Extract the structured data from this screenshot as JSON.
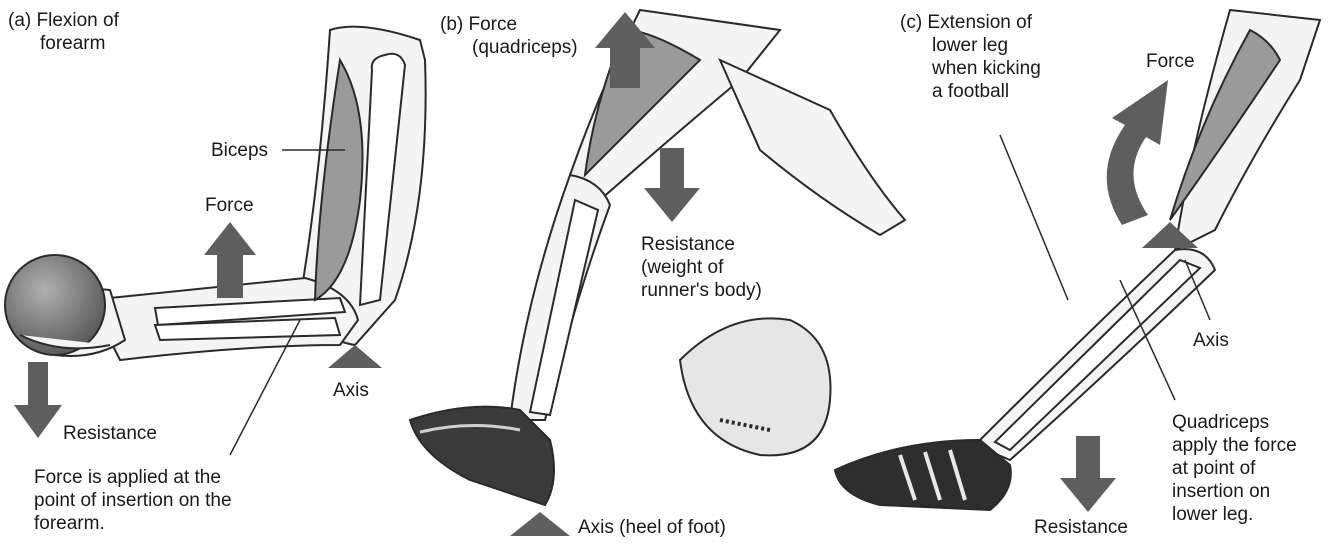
{
  "panels": {
    "a": {
      "title": [
        "(a) Flexion of",
        "forearm"
      ],
      "biceps": "Biceps",
      "force": "Force",
      "axis": "Axis",
      "resistance": "Resistance",
      "note": [
        "Force is applied at the",
        "point of insertion on the",
        "forearm."
      ]
    },
    "b": {
      "title": [
        "(b) Force",
        "(quadriceps)"
      ],
      "resistance": [
        "Resistance",
        "(weight of",
        "runner's body)"
      ],
      "axis": "Axis (heel of foot)"
    },
    "c": {
      "title": [
        "(c) Extension of",
        "lower leg",
        "when kicking",
        "a football"
      ],
      "force": "Force",
      "axis": "Axis",
      "note": [
        "Quadriceps",
        "apply the force",
        "at point of",
        "insertion on",
        "lower leg."
      ],
      "resistance": "Resistance"
    }
  },
  "colors": {
    "arrow": "#5e5e5e",
    "line": "#2a2a2a",
    "skin": "#f3f3f3",
    "shoe": "#3a3a3a",
    "ball": "#8a8a8a"
  },
  "icons": [
    "force-arrow-up-icon",
    "resistance-arrow-down-icon",
    "axis-triangle-icon",
    "curved-force-arrow-icon"
  ]
}
